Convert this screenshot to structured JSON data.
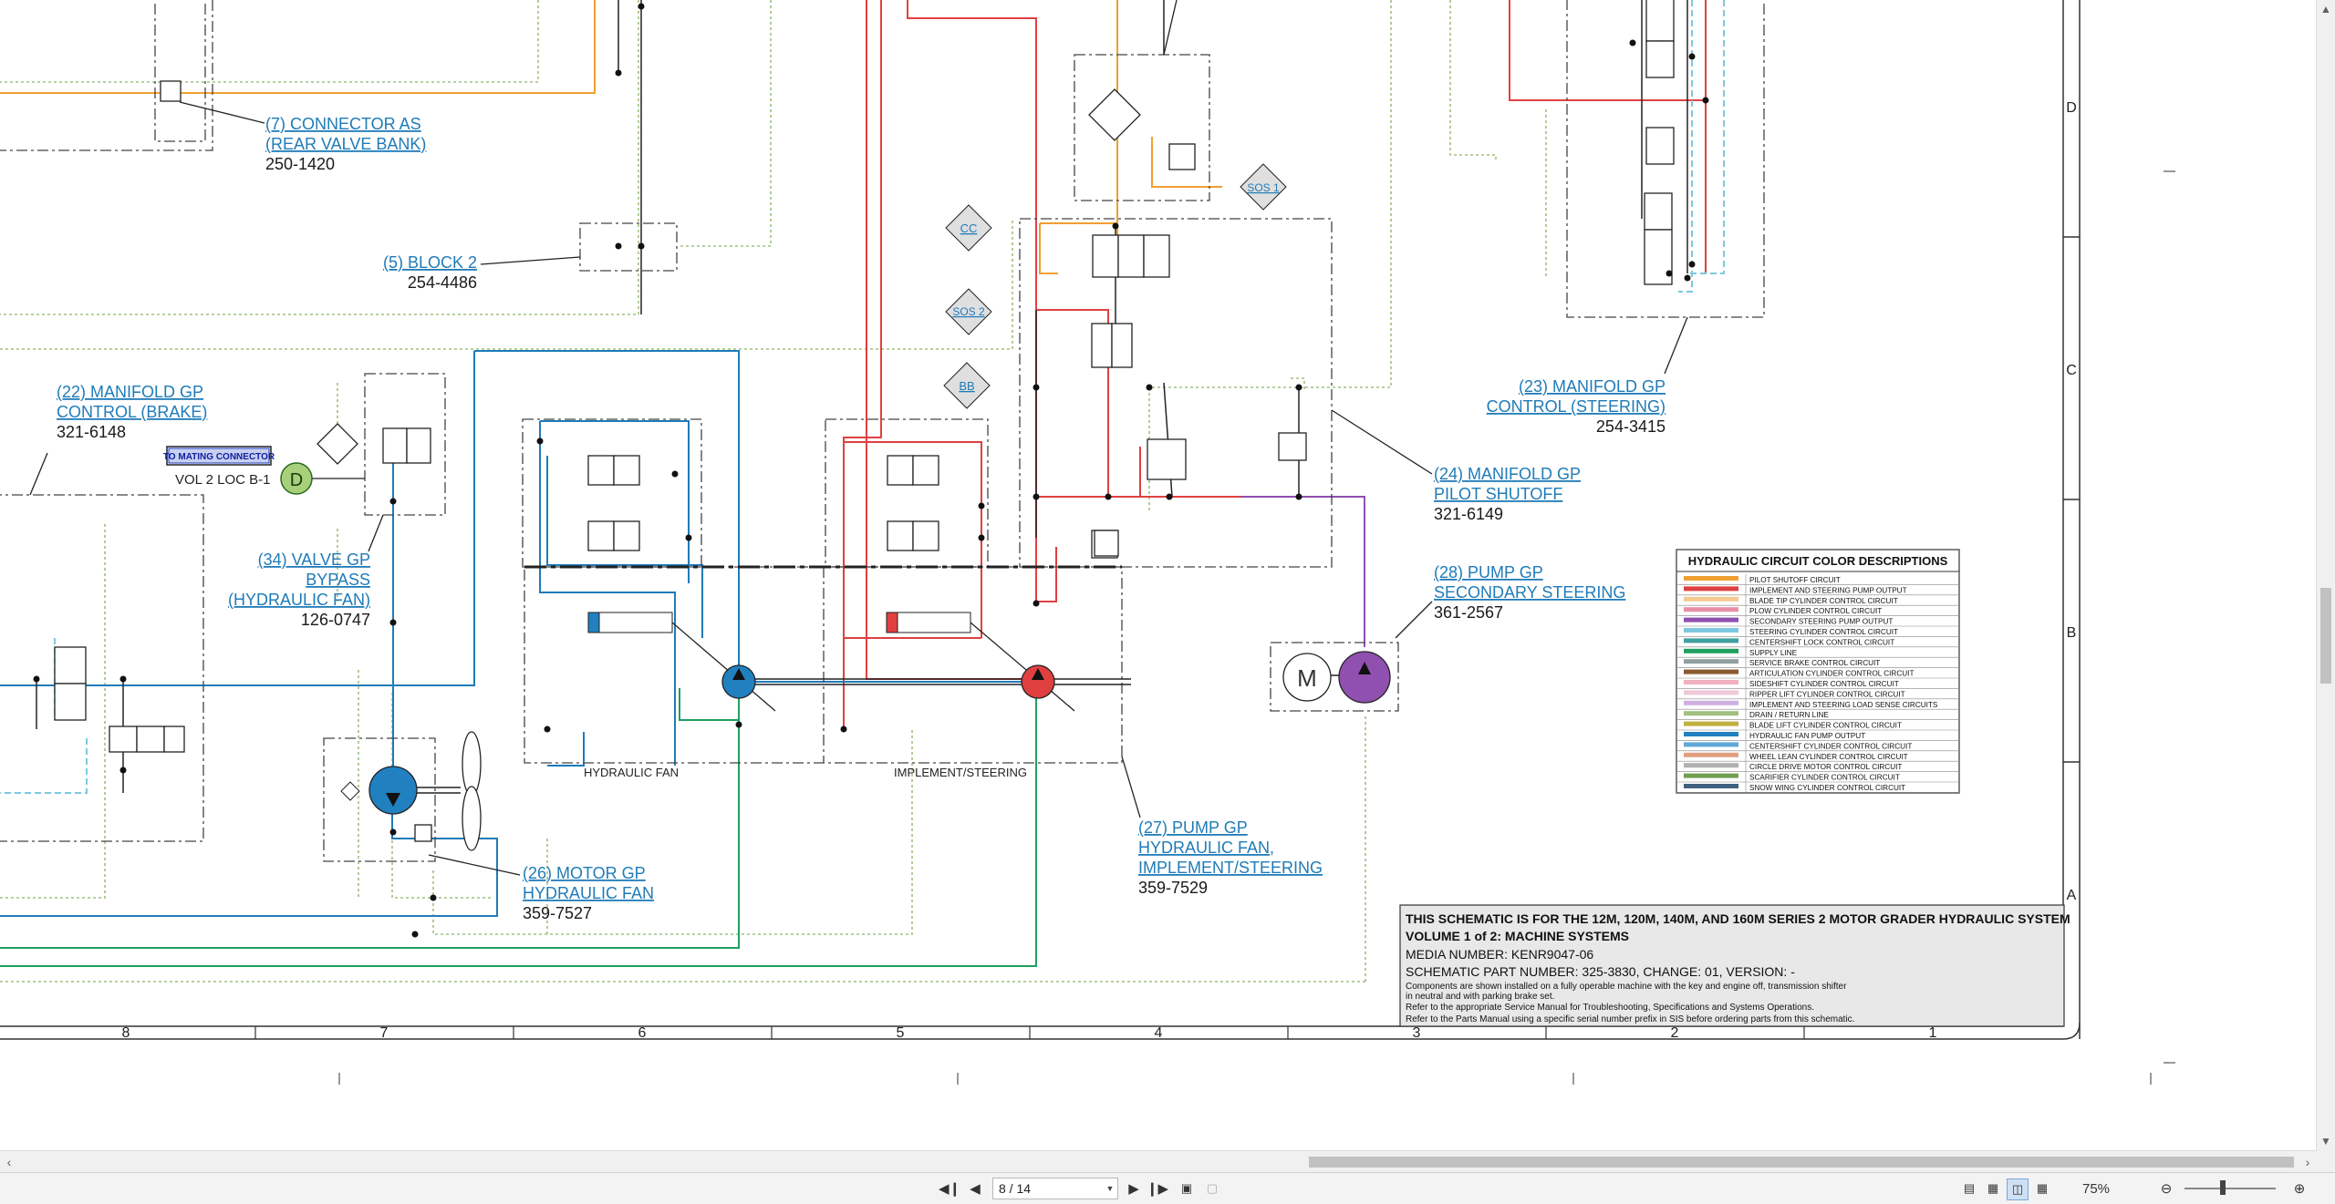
{
  "schematic": {
    "callouts": [
      {
        "lines": [
          "(7) CONNECTOR AS",
          "(REAR VALVE BANK)"
        ],
        "part": "250-1420"
      },
      {
        "lines": [
          "(5) BLOCK 2"
        ],
        "part": "254-4486"
      },
      {
        "lines": [
          "(22) MANIFOLD GP",
          "CONTROL (BRAKE)"
        ],
        "part": "321-6148"
      },
      {
        "lines": [
          "(34) VALVE GP",
          "BYPASS",
          "(HYDRAULIC FAN)"
        ],
        "part": "126-0747"
      },
      {
        "lines": [
          "(26) MOTOR GP",
          "HYDRAULIC FAN"
        ],
        "part": "359-7527"
      },
      {
        "lines": [
          "(27) PUMP GP",
          "HYDRAULIC FAN,",
          "IMPLEMENT/STEERING"
        ],
        "part": "359-7529"
      },
      {
        "lines": [
          "(28) PUMP GP",
          "SECONDARY STEERING"
        ],
        "part": "361-2567"
      },
      {
        "lines": [
          "(24) MANIFOLD GP",
          "PILOT SHUTOFF"
        ],
        "part": "321-6149"
      },
      {
        "lines": [
          "(23) MANIFOLD GP",
          "CONTROL (STEERING)"
        ],
        "part": "254-3415"
      }
    ],
    "mating_connector": "TO MATING CONNECTOR",
    "connector_ref": "VOL 2 LOC B-1",
    "connector_letter": "D",
    "diamond_tags": [
      "CC",
      "SOS 2",
      "BB",
      "SOS 1"
    ],
    "motor_letter": "M",
    "pump_labels": [
      "HYDRAULIC FAN",
      "IMPLEMENT/STEERING"
    ],
    "grid_columns": [
      "8",
      "7",
      "6",
      "5",
      "4",
      "3",
      "2",
      "1"
    ],
    "grid_rows": [
      "D",
      "C",
      "B",
      "A"
    ],
    "legend": {
      "title": "HYDRAULIC CIRCUIT COLOR DESCRIPTIONS",
      "items": [
        {
          "color": "#f0a030",
          "label": "PILOT SHUTOFF CIRCUIT"
        },
        {
          "color": "#e04040",
          "label": "IMPLEMENT AND STEERING PUMP OUTPUT"
        },
        {
          "color": "#f4c890",
          "label": "BLADE TIP CYLINDER CONTROL CIRCUIT"
        },
        {
          "color": "#e890a8",
          "label": "PLOW CYLINDER CONTROL CIRCUIT"
        },
        {
          "color": "#9050b0",
          "label": "SECONDARY STEERING PUMP OUTPUT"
        },
        {
          "color": "#7ec8e0",
          "label": "STEERING CYLINDER CONTROL CIRCUIT"
        },
        {
          "color": "#40a0a0",
          "label": "CENTERSHIFT LOCK CONTROL CIRCUIT"
        },
        {
          "color": "#20a060",
          "label": "SUPPLY LINE"
        },
        {
          "color": "#90a0a0",
          "label": "SERVICE BRAKE CONTROL CIRCUIT"
        },
        {
          "color": "#8a5a30",
          "label": "ARTICULATION CYLINDER CONTROL CIRCUIT"
        },
        {
          "color": "#f0b0c0",
          "label": "SIDESHIFT CYLINDER CONTROL CIRCUIT"
        },
        {
          "color": "#f0c8d8",
          "label": "RIPPER LIFT CYLINDER CONTROL CIRCUIT"
        },
        {
          "color": "#d0b0e0",
          "label": "IMPLEMENT AND STEERING LOAD SENSE CIRCUITS"
        },
        {
          "color": "#a0c080",
          "label": "DRAIN / RETURN LINE"
        },
        {
          "color": "#c0b040",
          "label": "BLADE LIFT CYLINDER CONTROL CIRCUIT"
        },
        {
          "color": "#2080c0",
          "label": "HYDRAULIC FAN PUMP OUTPUT"
        },
        {
          "color": "#60a8d8",
          "label": "CENTERSHIFT CYLINDER CONTROL CIRCUIT"
        },
        {
          "color": "#e0a080",
          "label": "WHEEL LEAN CYLINDER CONTROL CIRCUIT"
        },
        {
          "color": "#b0b0b0",
          "label": "CIRCLE DRIVE MOTOR CONTROL CIRCUIT"
        },
        {
          "color": "#70a050",
          "label": "SCARIFIER CYLINDER CONTROL CIRCUIT"
        },
        {
          "color": "#406080",
          "label": "SNOW WING CYLINDER CONTROL CIRCUIT"
        }
      ]
    },
    "title_block": {
      "heading": "THIS SCHEMATIC IS FOR THE 12M, 120M, 140M, AND 160M SERIES 2 MOTOR GRADER HYDRAULIC SYSTEM",
      "volume": "VOLUME 1 of 2: MACHINE SYSTEMS",
      "media": "MEDIA NUMBER: KENR9047-06",
      "part": "SCHEMATIC PART NUMBER: 325-3830, CHANGE: 01, VERSION: -",
      "notes": [
        "Components are shown installed on a fully operable machine with the key and engine off, transmission shifter",
        "in neutral and with parking brake set.",
        "Refer to the appropriate Service Manual for Troubleshooting, Specifications and Systems Operations.",
        "Refer to the Parts Manual using a specific serial number prefix in SIS before ordering parts from this schematic."
      ]
    }
  },
  "toolbar": {
    "page_value": "8 / 14",
    "zoom": "75%"
  },
  "colors": {
    "orange": "#f0a030",
    "red": "#e04040",
    "blue": "#1f7bb8",
    "purple": "#9050b0",
    "green": "#20a060",
    "cyan": "#7ec8e0",
    "drain": "#a0c080"
  }
}
